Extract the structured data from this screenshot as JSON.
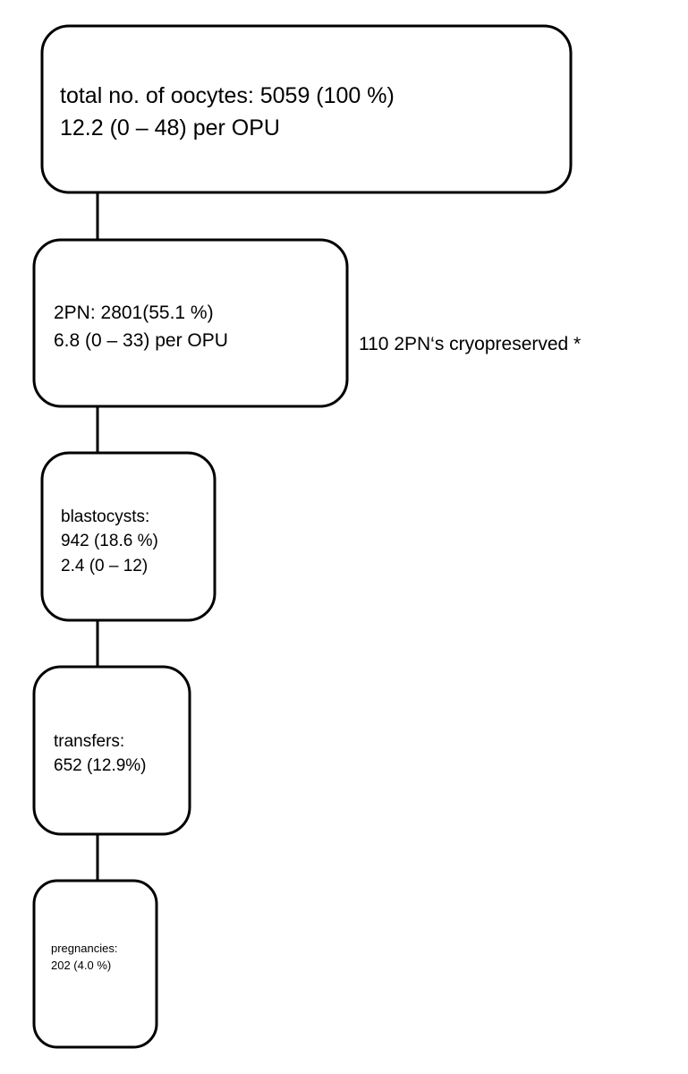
{
  "diagram": {
    "type": "flowchart",
    "colors": {
      "stroke": "#000000",
      "fill": "#ffffff",
      "text": "#000000"
    },
    "nodes": [
      {
        "id": "oocytes",
        "lines": [
          "total no. of oocytes: 5059 (100 %)",
          "12.2 (0 – 48) per OPU"
        ]
      },
      {
        "id": "2pn",
        "lines": [
          "2PN: 2801(55.1 %)",
          "6.8 (0 – 33) per OPU"
        ]
      },
      {
        "id": "blastocysts",
        "lines": [
          "blastocysts:",
          "942 (18.6 %)",
          "2.4 (0 – 12)"
        ]
      },
      {
        "id": "transfers",
        "lines": [
          "transfers:",
          "652 (12.9%)"
        ]
      },
      {
        "id": "pregnancies",
        "lines": [
          "pregnancies:",
          "202 (4.0 %)"
        ]
      }
    ],
    "edges": [
      {
        "from": "oocytes",
        "to": "2pn"
      },
      {
        "from": "2pn",
        "to": "blastocysts"
      },
      {
        "from": "blastocysts",
        "to": "transfers"
      },
      {
        "from": "transfers",
        "to": "pregnancies"
      }
    ],
    "side_note": "110 2PN‘s cryopreserved *"
  }
}
